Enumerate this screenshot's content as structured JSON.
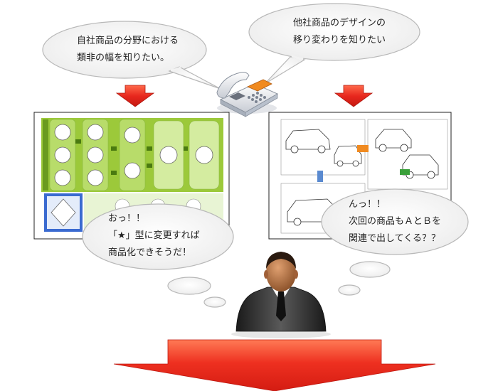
{
  "bubbles": {
    "top_left": {
      "line1": "自社商品の分野における",
      "line2": "類非の幅を知りたい。"
    },
    "top_right": {
      "line1": "他社商品のデザインの",
      "line2": "移り変わりを知りたい"
    },
    "bottom_left": {
      "line1": "おっ！！",
      "line2": "「★」型に変更すれば",
      "line3": "商品化できそうだ！"
    },
    "bottom_right": {
      "line1": "んっ！！",
      "line2": "次回の商品もＡとＢを",
      "line3": "関連で出してくる？？"
    }
  },
  "colors": {
    "arrow_red": "#e8281e",
    "green_bg": "#9cc93a",
    "bubble_fill": "#f6f6f6",
    "bubble_stroke": "#b8b8b8"
  },
  "icons": {
    "telephone": "telephone-icon",
    "person": "businessman-icon"
  }
}
